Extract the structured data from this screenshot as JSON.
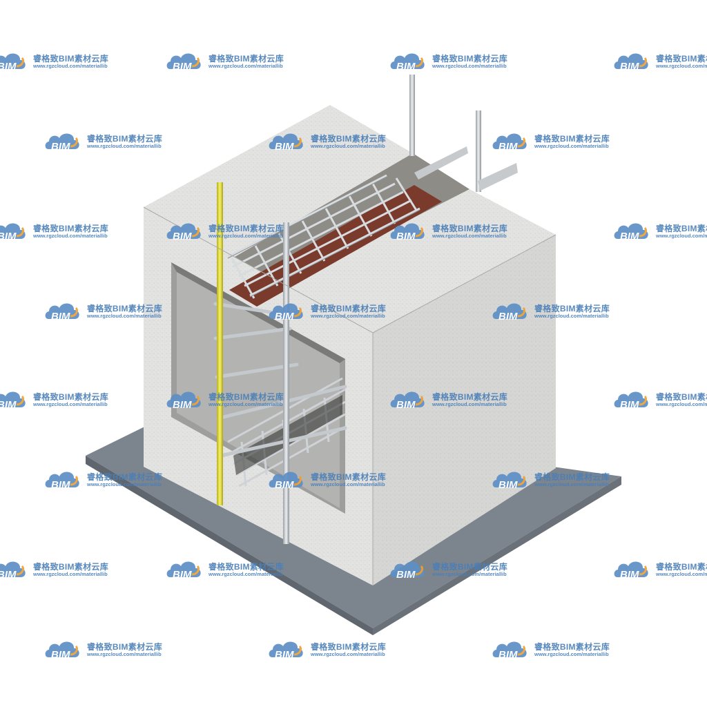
{
  "watermark": {
    "logo_text": "BIM",
    "title": "睿格致BIM素材云库",
    "url": "www.rgzcloud.com/materiallib"
  },
  "colors": {
    "concrete_light": "#e4e4e2",
    "concrete_mid": "#cfcfcd",
    "concrete_dark": "#b9b9b7",
    "slab": "#7f8790",
    "steel": "#c8ccd0",
    "timber": "#7a3a2c",
    "yellow_pipe": "#e8e23a",
    "watermark_blue": "#4a7fb8",
    "watermark_orange": "#f0a030"
  }
}
